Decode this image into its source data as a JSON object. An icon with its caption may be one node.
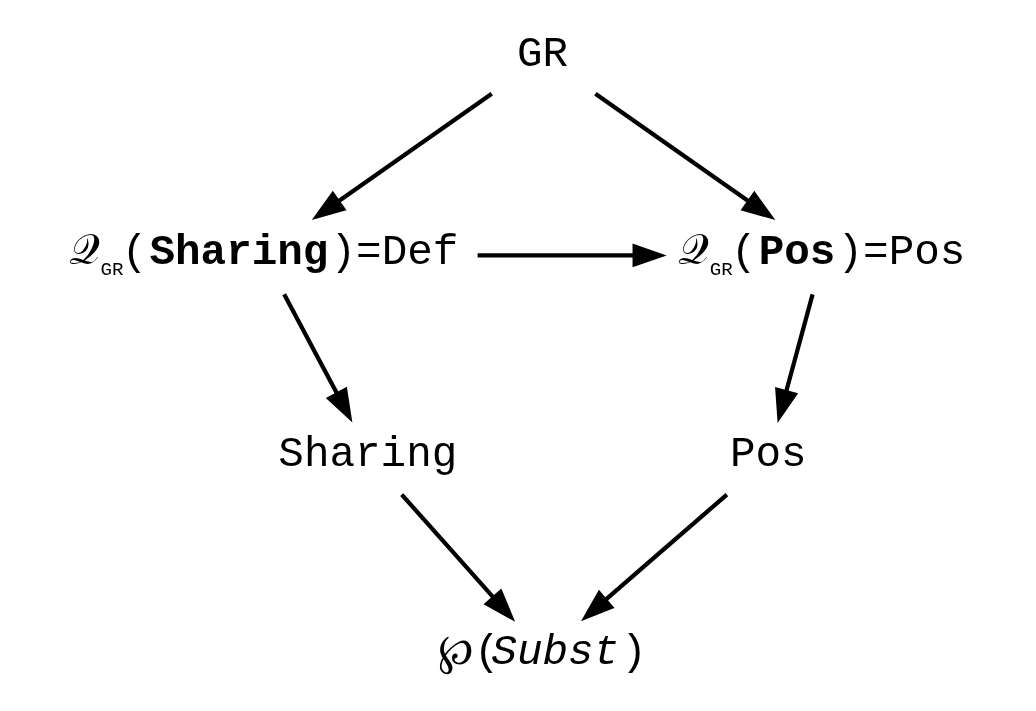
{
  "diagram": {
    "nodes": [
      {
        "text": [
          "GR"
        ]
      },
      {
        "text": [
          "𝒬$_{GR}$(**Sharing**)=Def"
        ]
      },
      {
        "text": [
          "𝒬$_{GR}$(**Pos**)=Pos"
        ]
      },
      {
        "text": [
          "Sharing"
        ]
      },
      {
        "text": [
          "Pos"
        ]
      },
      {
        "text": [
          "℘(*Subst*)"
        ]
      }
    ],
    "edges": [
      {
        "from": 0,
        "to": 1,
        "arrow": "to"
      },
      {
        "from": 0,
        "to": 2,
        "arrow": "to"
      },
      {
        "from": 1,
        "to": 2,
        "arrow": "to"
      },
      {
        "from": 1,
        "to": 3,
        "arrow": "to"
      },
      {
        "from": 2,
        "to": 4,
        "arrow": "to"
      },
      {
        "from": 3,
        "to": 5,
        "arrow": "to"
      },
      {
        "from": 4,
        "to": 5,
        "arrow": "to"
      }
    ]
  }
}
